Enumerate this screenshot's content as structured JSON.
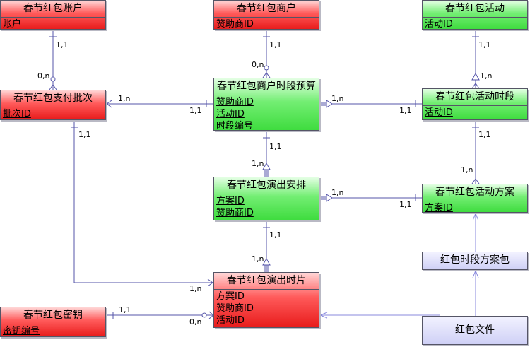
{
  "entities": {
    "account": {
      "title": "春节红包账户",
      "attrs": [
        "账户"
      ]
    },
    "merchant": {
      "title": "春节红包商户",
      "attrs": [
        "赞助商ID"
      ]
    },
    "activity": {
      "title": "春节红包活动",
      "attrs": [
        "活动ID"
      ]
    },
    "pay_batch": {
      "title": "春节红包支付批次",
      "attrs": [
        "批次ID"
      ]
    },
    "budget": {
      "title": "春节红包商户时段预算",
      "attrs": [
        "赞助商ID",
        "活动ID",
        "时段编号"
      ]
    },
    "act_period": {
      "title": "春节红包活动时段",
      "attrs": [
        "活动ID"
      ]
    },
    "show_plan": {
      "title": "春节红包演出安排",
      "attrs": [
        "方案ID",
        "赞助商ID"
      ]
    },
    "act_scheme": {
      "title": "春节红包活动方案",
      "attrs": [
        "方案ID"
      ]
    },
    "pack": {
      "title": "红包时段方案包",
      "attrs": []
    },
    "show_slice": {
      "title": "春节红包演出时片",
      "attrs": [
        "方案ID",
        "赞助商ID",
        "活动ID"
      ]
    },
    "secret_key": {
      "title": "春节红包密钥",
      "attrs": [
        "密钥编号"
      ]
    },
    "file": {
      "title": "红包文件",
      "attrs": []
    }
  },
  "relationship_labels": {
    "account_to_batch_top": "1,1",
    "account_to_batch_bottom": "0,n",
    "merchant_to_budget_top": "1,1",
    "merchant_to_budget_bottom": "0,n",
    "activity_to_period_top": "1,1",
    "activity_to_period_bottom": "1,n",
    "batch_to_budget_left": "1,n",
    "batch_to_budget_right": "1,1",
    "budget_to_period_left": "1,n",
    "budget_to_period_right": "1,1",
    "budget_to_plan_top": "1,1",
    "budget_to_plan_bottom": "1,n",
    "period_to_scheme_top": "1,1",
    "period_to_scheme_bottom": "1,n",
    "plan_to_scheme_left": "1,n",
    "plan_to_scheme_right": "1,1",
    "plan_to_slice_top": "1,1",
    "plan_to_slice_bottom": "1,n",
    "batch_to_slice_top": "1,1",
    "batch_to_slice_bottom": "1,n",
    "key_to_slice_left": "1,1",
    "key_to_slice_right": "0,n"
  },
  "colors": {
    "line": "#5555aa",
    "inherit_line": "#8888dd",
    "red_entity": "#e81c1c",
    "green_entity": "#3fdc3f",
    "blue_entity": "#cfd0f6"
  }
}
